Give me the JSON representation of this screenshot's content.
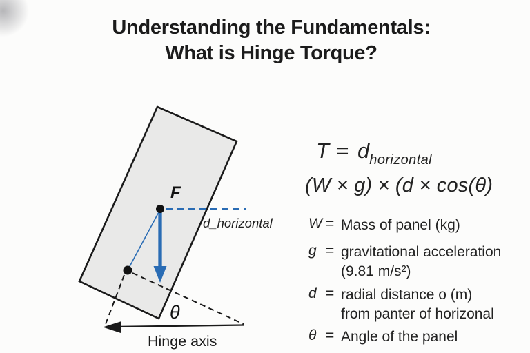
{
  "title": {
    "line1": "Understanding the Fundamentals:",
    "line2": "What is Hinge Torque?"
  },
  "diagram": {
    "force_label": "F",
    "d_horizontal_label": "d_horizontal",
    "theta_label": "θ",
    "hinge_axis_label": "Hinge axis",
    "colors": {
      "panel_fill": "#e9e9e8",
      "panel_stroke": "#1a1a1a",
      "vector_blue": "#2a6cb4",
      "dashed_black": "#1a1a1a"
    }
  },
  "formulas": {
    "line1": {
      "lhs": "T",
      "eq": "=",
      "base": "d",
      "subscript": "horizontal"
    },
    "line2": "(W × g) × (d × cos(θ)"
  },
  "definitions": [
    {
      "symbol": "W",
      "eq": "=",
      "line1": "Mass of panel (kg)",
      "line2": ""
    },
    {
      "symbol": "g",
      "eq": "=",
      "line1": "gravitational acceleration",
      "line2": "(9.81 m/s²)"
    },
    {
      "symbol": "d",
      "eq": "=",
      "line1": "radial distance o (m)",
      "line2": "from panter of horizonal"
    },
    {
      "symbol": "θ",
      "eq": "=",
      "line1": "Angle of the panel",
      "line2": ""
    }
  ]
}
